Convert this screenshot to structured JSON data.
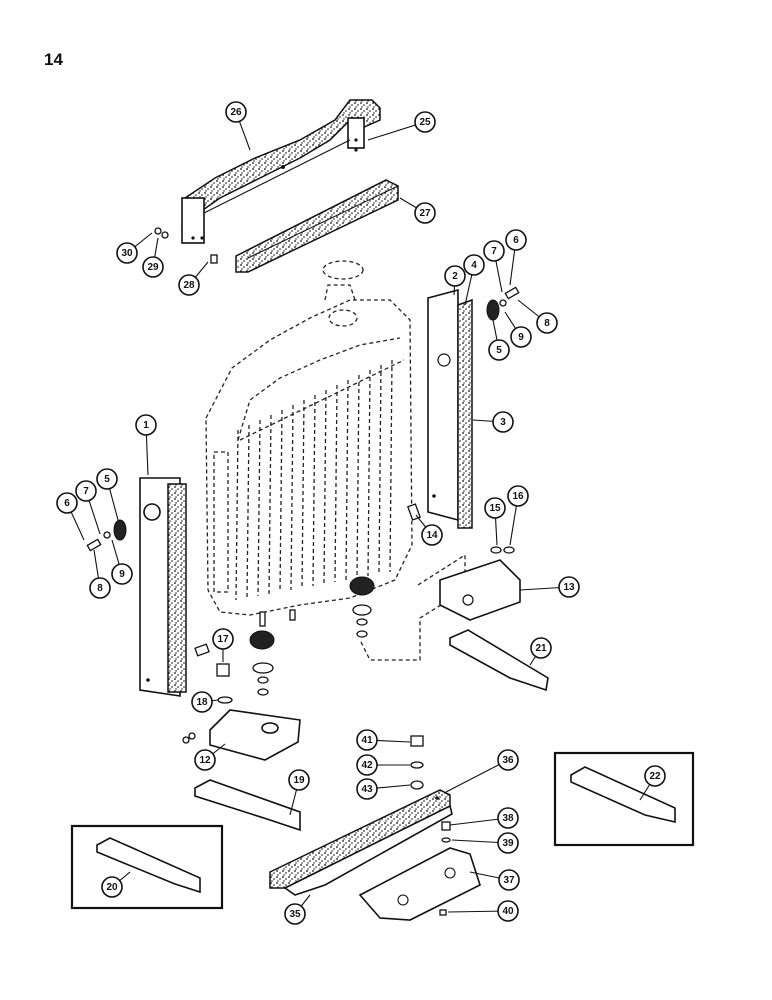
{
  "page_number": "14",
  "callouts": [
    "1",
    "2",
    "3",
    "4",
    "5",
    "6",
    "7",
    "8",
    "9",
    "12",
    "13",
    "14",
    "15",
    "16",
    "17",
    "18",
    "19",
    "20",
    "21",
    "22",
    "25",
    "26",
    "27",
    "28",
    "29",
    "30",
    "35",
    "36",
    "37",
    "38",
    "39",
    "40",
    "41",
    "42",
    "43",
    "5",
    "6",
    "7",
    "8",
    "9"
  ]
}
